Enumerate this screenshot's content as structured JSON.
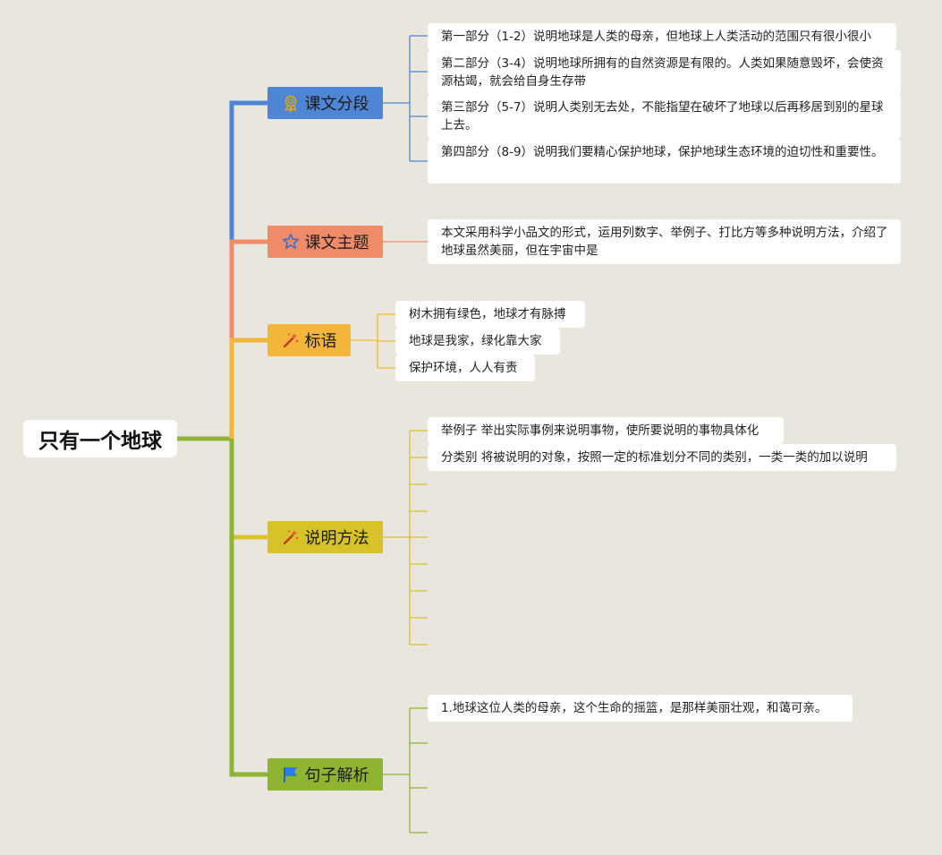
{
  "root": {
    "label": "只有一个地球"
  },
  "branches": [
    {
      "label": "课文分段",
      "color": "#4e85d5",
      "icon": "award-ribbon-icon",
      "items": [
        "第一部分（1-2）说明地球是人类的母亲，但地球上人类活动的范围只有很小很小",
        "第二部分（3-4）说明地球所拥有的自然资源是有限的。人类如果随意毁坏，会使资源枯竭，就会给自身生存带",
        "第三部分（5-7）说明人类别无去处，不能指望在破坏了地球以后再移居到别的星球上去。",
        "第四部分（8-9）说明我们要精心保护地球，保护地球生态环境的迫切性和重要性。"
      ]
    },
    {
      "label": "课文主题",
      "color": "#f08b69",
      "icon": "star-outline-icon",
      "items": [
        "本文采用科学小品文的形式，运用列数字、举例子、打比方等多种说明方法，介绍了地球虽然美丽，但在宇宙中是"
      ]
    },
    {
      "label": "标语",
      "color": "#f3b53a",
      "icon": "magic-wand-icon",
      "items": [
        "树木拥有绿色，地球才有脉搏",
        "地球是我家，绿化靠大家",
        "保护环境，人人有责"
      ]
    },
    {
      "label": "说明方法",
      "color": "#d7c229",
      "icon": "magic-wand-icon",
      "items": [
        "举例子 举出实际事例来说明事物，使所要说明的事物具体化",
        "分类别 将被说明的对象，按照一定的标准划分不同的类别，一类一类的加以说明",
        "",
        "",
        "",
        "",
        "",
        "",
        "",
        ""
      ]
    },
    {
      "label": "句子解析",
      "color": "#8fb432",
      "icon": "flag-icon",
      "items": [
        "1.地球这位人类的母亲，这个生命的摇篮，是那样美丽壮观，和蔼可亲。",
        "",
        "",
        "",
        ""
      ]
    }
  ]
}
